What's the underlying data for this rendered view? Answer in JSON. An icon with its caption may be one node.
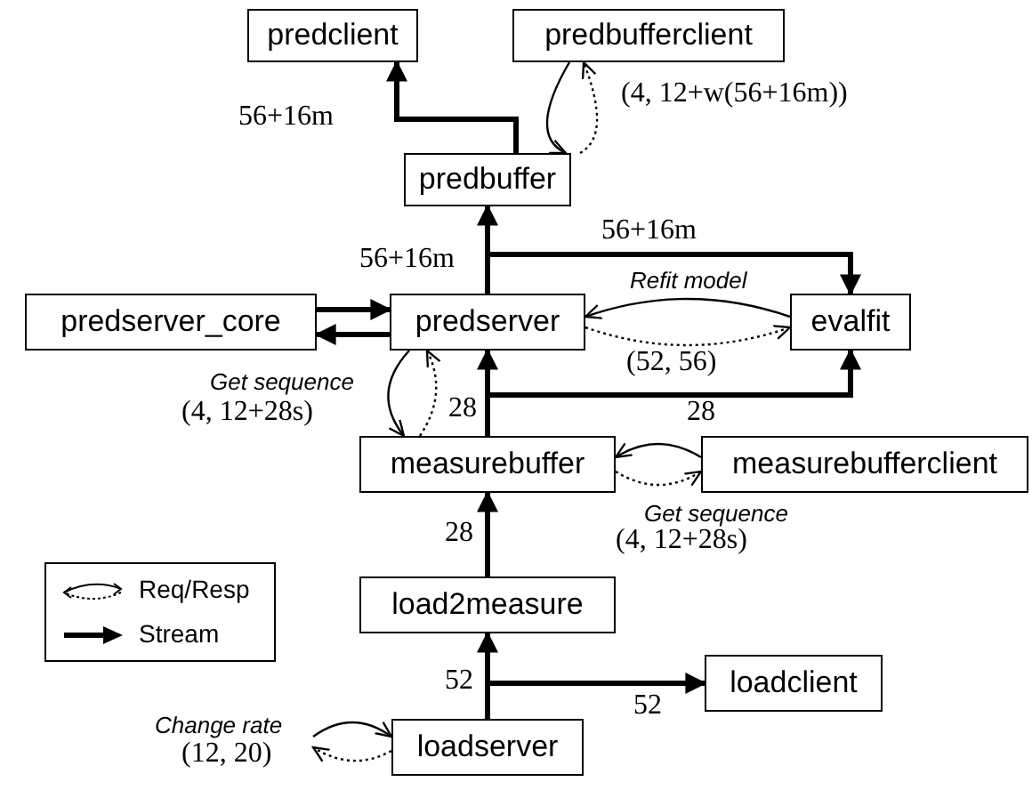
{
  "diagram": {
    "nodes": [
      {
        "text": [
          "predclient"
        ]
      },
      {
        "text": [
          "predbufferclient"
        ]
      },
      {
        "text": [
          "predbuffer"
        ]
      },
      {
        "text": [
          "predserver_core"
        ]
      },
      {
        "text": [
          "predserver"
        ]
      },
      {
        "text": [
          "evalfit"
        ]
      },
      {
        "text": [
          "measurebuffer"
        ]
      },
      {
        "text": [
          "measurebufferclient"
        ]
      },
      {
        "text": [
          "load2measure"
        ]
      },
      {
        "text": [
          "loadclient"
        ]
      },
      {
        "text": [
          "loadserver"
        ]
      }
    ],
    "edges": [
      {
        "from": 2,
        "to": 0,
        "arrow": "to",
        "label": "56+16m",
        "style": "thick"
      },
      {
        "from": 4,
        "to": 2,
        "arrow": "to",
        "label": "56+16m",
        "style": "thick"
      },
      {
        "from": 4,
        "to": 5,
        "arrow": "to",
        "label": "56+16m",
        "style": "thick"
      },
      {
        "from": 3,
        "to": 4,
        "arrow": "to",
        "style": "thick"
      },
      {
        "from": 4,
        "to": 3,
        "arrow": "to",
        "style": "thick"
      },
      {
        "from": 6,
        "to": 4,
        "arrow": "to",
        "label": "28",
        "style": "thick"
      },
      {
        "from": 6,
        "to": 5,
        "arrow": "to",
        "label": "28",
        "style": "thick"
      },
      {
        "from": 8,
        "to": 6,
        "arrow": "to",
        "label": "28",
        "style": "thick"
      },
      {
        "from": 10,
        "to": 8,
        "arrow": "to",
        "label": "52",
        "style": "thick"
      },
      {
        "from": 10,
        "to": 9,
        "arrow": "to",
        "label": "52",
        "style": "thick"
      },
      {
        "from": 1,
        "to": 2,
        "arrow": "to"
      },
      {
        "from": 2,
        "to": 1,
        "arrow": "to",
        "label": "(4, 12+w(56+16m))",
        "style": "dashed"
      },
      {
        "from": 5,
        "to": 4,
        "arrow": "to",
        "label": "Refit model"
      },
      {
        "from": 4,
        "to": 5,
        "arrow": "to",
        "label": "(52, 56)",
        "style": "dashed"
      },
      {
        "from": 4,
        "to": 6,
        "arrow": "to",
        "label": "Get sequence"
      },
      {
        "from": 6,
        "to": 4,
        "arrow": "to",
        "label": "(4, 12+28s)",
        "style": "dashed"
      },
      {
        "from": 7,
        "to": 6,
        "arrow": "to",
        "label": "Get sequence"
      },
      {
        "from": 6,
        "to": 7,
        "arrow": "to",
        "label": "(4, 12+28s)",
        "style": "dashed"
      },
      {
        "from": null,
        "to": 10,
        "arrow": "to",
        "label": "Change rate"
      },
      {
        "from": 10,
        "to": null,
        "arrow": "to",
        "label": "(12, 20)",
        "style": "dashed"
      }
    ],
    "legend": [
      {
        "text": "Req/Resp"
      },
      {
        "text": "Stream"
      }
    ]
  }
}
